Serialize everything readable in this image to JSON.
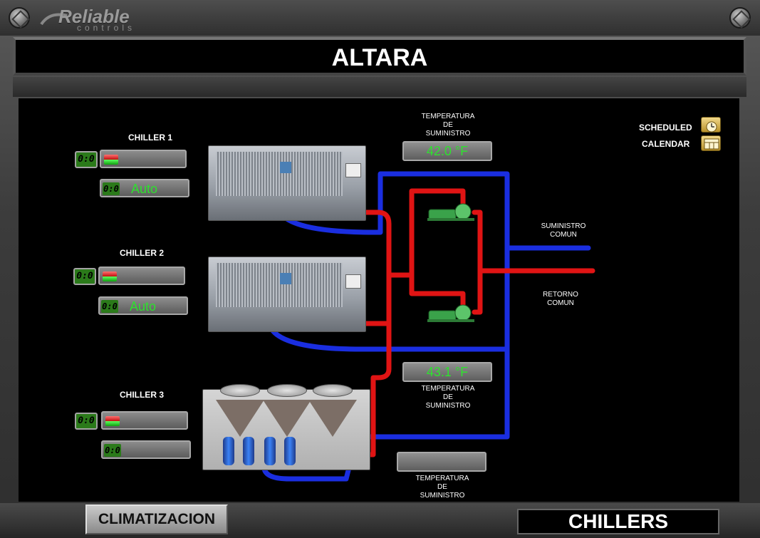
{
  "header": {
    "brand": "Reliable",
    "brand_sub": "controls",
    "title": "ALTARA"
  },
  "chillers": [
    {
      "label": "CHILLER 1",
      "indicator": "0:0",
      "mode_indicator": "0:0",
      "mode": "Auto"
    },
    {
      "label": "CHILLER 2",
      "indicator": "0:0",
      "mode_indicator": "0:0",
      "mode": "Auto"
    },
    {
      "label": "CHILLER 3",
      "indicator": "0:0",
      "mode_indicator": "0:0",
      "mode": ""
    }
  ],
  "sensors": {
    "supply_top": {
      "label_line1": "TEMPERATURA",
      "label_line2": "DE",
      "label_line3": "SUMINISTRO",
      "value": "42.0 °F"
    },
    "supply_mid": {
      "label_line1": "TEMPERATURA",
      "label_line2": "DE",
      "label_line3": "SUMINISTRO",
      "value": "43.1 °F"
    },
    "supply_bottom": {
      "label_line1": "TEMPERATURA",
      "label_line2": "DE",
      "label_line3": "SUMINISTRO",
      "value": ""
    }
  },
  "pipes": {
    "supply_common_line1": "SUMINISTRO",
    "supply_common_line2": "COMUN",
    "return_common_line1": "RETORNO",
    "return_common_line2": "COMUN"
  },
  "schedule": {
    "scheduled": "SCHEDULED",
    "calendar": "CALENDAR"
  },
  "footer": {
    "nav_button": "CLIMATIZACION",
    "page_label": "CHILLERS"
  },
  "colors": {
    "supply_pipe": "#1a2ee0",
    "return_pipe": "#e01414",
    "lcd_green": "#2fe02f"
  }
}
